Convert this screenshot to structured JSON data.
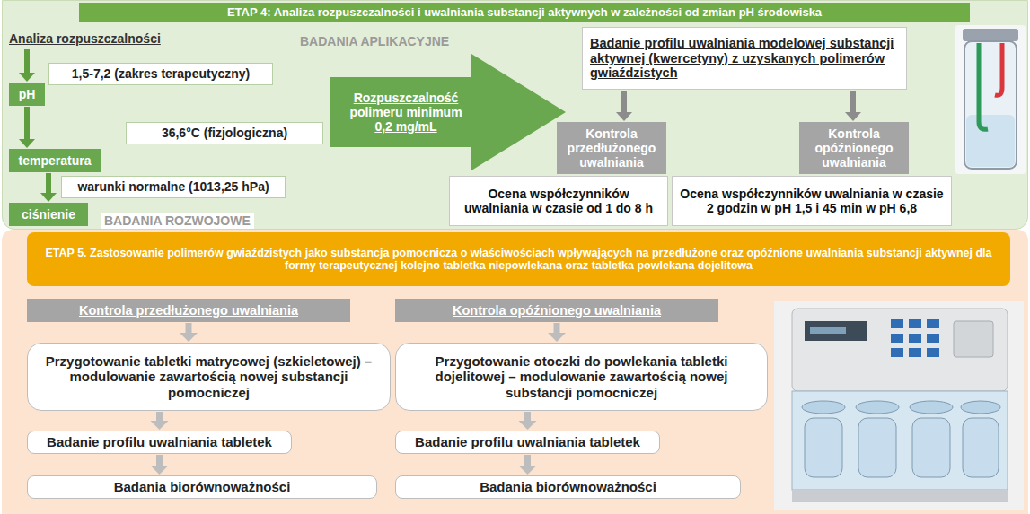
{
  "diagram": {
    "nodes": [
      {
        "text": [
          "ETAP 4: Analiza rozpuszczalności i uwalniania substancji aktywnych w zależności od zmian pH środowiska"
        ]
      },
      {
        "text": [
          "Analiza rozpuszczalności"
        ]
      },
      {
        "text": [
          "pH"
        ]
      },
      {
        "text": [
          "1,5-7,2 (zakres terapeutyczny)"
        ]
      },
      {
        "text": [
          "36,6°C (fizjologiczna)"
        ]
      },
      {
        "text": [
          "temperatura"
        ]
      },
      {
        "text": [
          "warunki normalne (1013,25 hPa)"
        ]
      },
      {
        "text": [
          "ciśnienie"
        ]
      },
      {
        "text": [
          "Rozpuszczalność polimeru minimum 0,2 mg/mL"
        ]
      },
      {
        "text": [
          "Badanie profilu uwalniania modelowej substancji aktywnej (kwercetyny) z uzyskanych polimerów gwiaździstych"
        ]
      },
      {
        "text": [
          "Kontrola przedłużonego uwalniania"
        ]
      },
      {
        "text": [
          "Kontrola opóźnionego uwalniania"
        ]
      },
      {
        "text": [
          "Ocena współczynników uwalniania w czasie od 1 do 8 h"
        ]
      },
      {
        "text": [
          "Ocena współczynników uwalniania w czasie 2 godzin w pH 1,5 i 45 min w pH 6,8"
        ]
      },
      {
        "text": [
          "ETAP 5. Zastosowanie polimerów gwiaździstych jako substancja pomocnicza o właściwościach wpływających na przedłużone oraz opóźnione uwalniania substancji aktywnej dla formy terapeutycznej kolejno tabletka niepowlekana oraz tabletka powlekana dojelitowa"
        ]
      },
      {
        "text": [
          "Kontrola przedłużonego uwalniania"
        ]
      },
      {
        "text": [
          "Kontrola opóźnionego uwalniania"
        ]
      },
      {
        "text": [
          "Przygotowanie tabletki matrycowej (szkieletowej) – modulowanie zawartością nowej substancji pomocniczej"
        ]
      },
      {
        "text": [
          "Przygotowanie otoczki do powlekania tabletki dojelitowej – modulowanie zawartością nowej substancji pomocniczej"
        ]
      },
      {
        "text": [
          "Badanie profilu uwalniania tabletek"
        ]
      },
      {
        "text": [
          "Badanie profilu uwalniania tabletek"
        ]
      },
      {
        "text": [
          "Badania biorównoważności"
        ]
      },
      {
        "text": [
          "Badania biorównoważności"
        ]
      }
    ],
    "edges": [
      {
        "from": 1,
        "to": 2,
        "arrow": "to"
      },
      {
        "from": 2,
        "to": 5,
        "arrow": "to"
      },
      {
        "from": 5,
        "to": 7,
        "arrow": "to"
      },
      {
        "from": 9,
        "to": 10,
        "arrow": "to"
      },
      {
        "from": 9,
        "to": 11,
        "arrow": "to"
      },
      {
        "from": 15,
        "to": 17,
        "arrow": "to"
      },
      {
        "from": 17,
        "to": 19,
        "arrow": "to"
      },
      {
        "from": 19,
        "to": 21,
        "arrow": "to"
      },
      {
        "from": 16,
        "to": 18,
        "arrow": "to"
      },
      {
        "from": 18,
        "to": 20,
        "arrow": "to"
      },
      {
        "from": 20,
        "to": 22,
        "arrow": "to"
      }
    ],
    "labels": [
      "BADANIA APLIKACYJNE",
      "BADANIA ROZWOJOWE"
    ]
  }
}
